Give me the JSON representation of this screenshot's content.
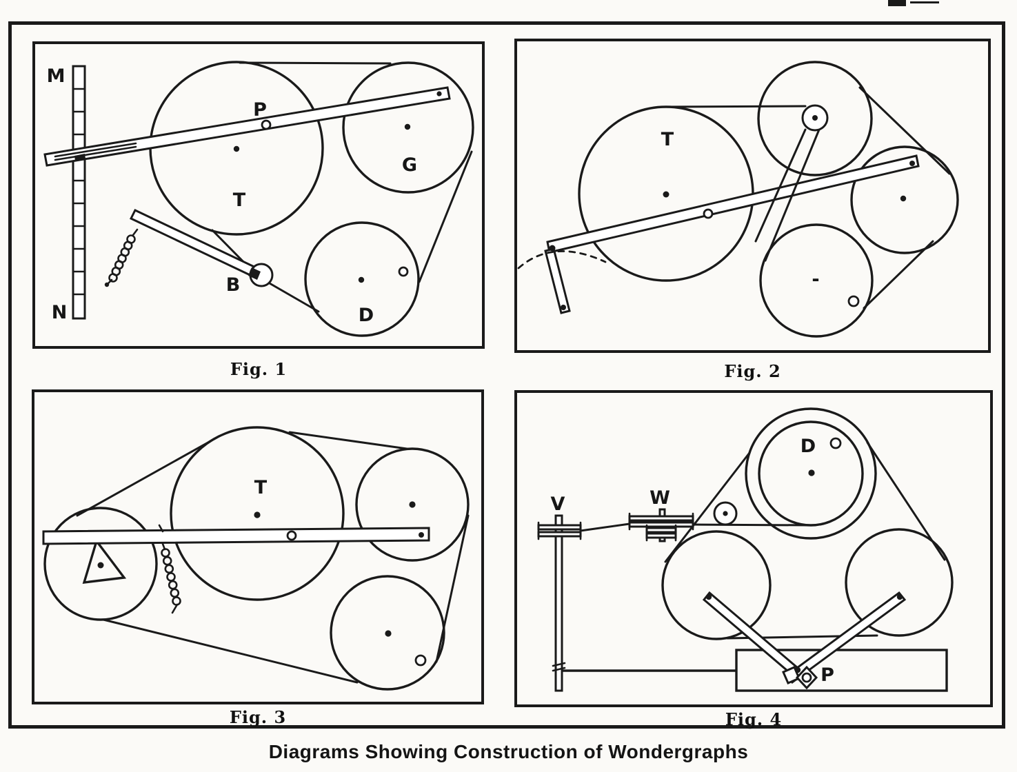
{
  "title_caption": "Diagrams Showing Construction of Wondergraphs",
  "figures": {
    "fig1": {
      "caption": "Fig. 1",
      "labels": {
        "m": "M",
        "n": "N",
        "p": "P",
        "t": "T",
        "g": "G",
        "b": "B",
        "d": "D"
      }
    },
    "fig2": {
      "caption": "Fig. 2",
      "labels": {
        "t": "T",
        "dash": "-"
      }
    },
    "fig3": {
      "caption": "Fig. 3",
      "labels": {
        "t": "T"
      }
    },
    "fig4": {
      "caption": "Fig. 4",
      "labels": {
        "d": "D",
        "v": "V",
        "w": "W",
        "p": "P"
      }
    }
  },
  "colors": {
    "ink": "#1a1a1a",
    "paper": "#fbfaf7"
  }
}
